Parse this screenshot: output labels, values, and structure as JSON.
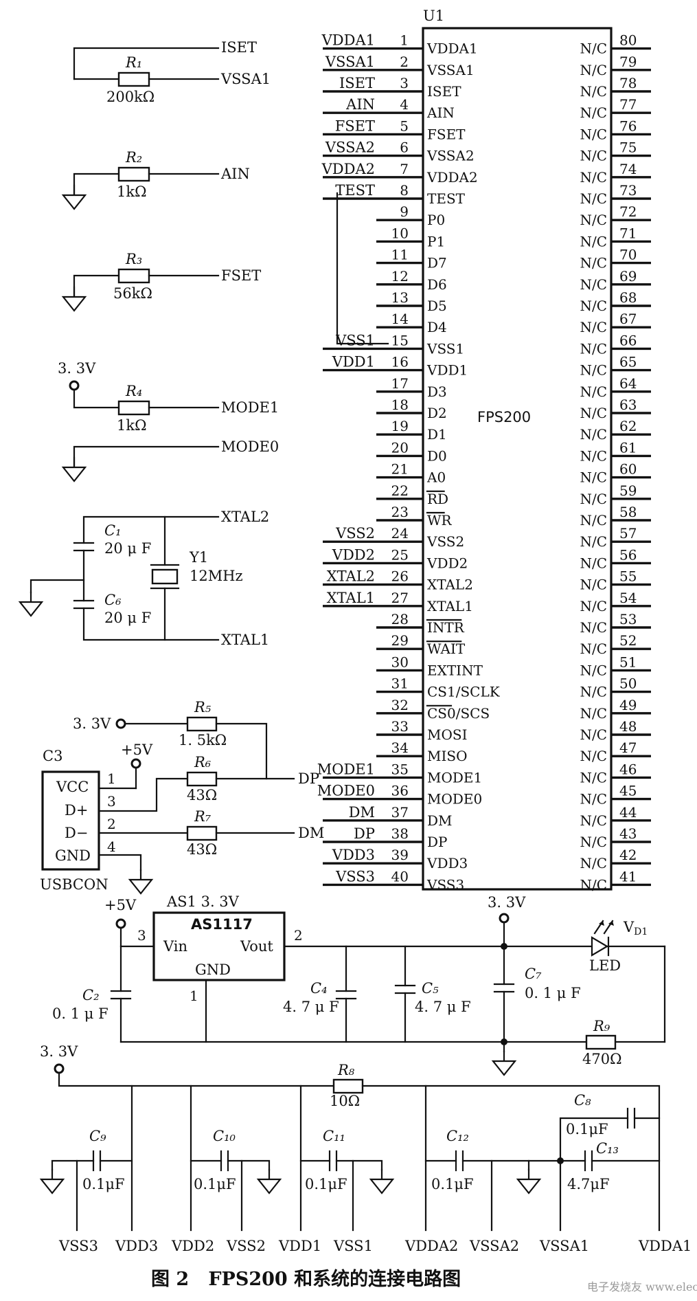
{
  "caption": "图 2   FPS200 和系统的连接电路图",
  "watermark": "电子发烧友 www.elecfans.com",
  "ic": {
    "ref": "U1",
    "name": "FPS200",
    "nc_label": "N/C",
    "left_pins": [
      {
        "num": "1",
        "name": "VDDA1",
        "net": "VDDA1"
      },
      {
        "num": "2",
        "name": "VSSA1",
        "net": "VSSA1"
      },
      {
        "num": "3",
        "name": "ISET",
        "net": "ISET"
      },
      {
        "num": "4",
        "name": "AIN",
        "net": "AIN"
      },
      {
        "num": "5",
        "name": "FSET",
        "net": "FSET"
      },
      {
        "num": "6",
        "name": "VSSA2",
        "net": "VSSA2"
      },
      {
        "num": "7",
        "name": "VDDA2",
        "net": "VDDA2"
      },
      {
        "num": "8",
        "name": "TEST",
        "net": "TEST"
      },
      {
        "num": "9",
        "name": "P0",
        "net": ""
      },
      {
        "num": "10",
        "name": "P1",
        "net": ""
      },
      {
        "num": "11",
        "name": "D7",
        "net": ""
      },
      {
        "num": "12",
        "name": "D6",
        "net": ""
      },
      {
        "num": "13",
        "name": "D5",
        "net": ""
      },
      {
        "num": "14",
        "name": "D4",
        "net": ""
      },
      {
        "num": "15",
        "name": "VSS1",
        "net": "VSS1"
      },
      {
        "num": "16",
        "name": "VDD1",
        "net": "VDD1"
      },
      {
        "num": "17",
        "name": "D3",
        "net": ""
      },
      {
        "num": "18",
        "name": "D2",
        "net": ""
      },
      {
        "num": "19",
        "name": "D1",
        "net": ""
      },
      {
        "num": "20",
        "name": "D0",
        "net": ""
      },
      {
        "num": "21",
        "name": "A0",
        "net": ""
      },
      {
        "num": "22",
        "name": "RD",
        "net": ""
      },
      {
        "num": "23",
        "name": "WR",
        "net": ""
      },
      {
        "num": "24",
        "name": "VSS2",
        "net": "VSS2"
      },
      {
        "num": "25",
        "name": "VDD2",
        "net": "VDD2"
      },
      {
        "num": "26",
        "name": "XTAL2",
        "net": "XTAL2"
      },
      {
        "num": "27",
        "name": "XTAL1",
        "net": "XTAL1"
      },
      {
        "num": "28",
        "name": "INTR",
        "net": ""
      },
      {
        "num": "29",
        "name": "WAIT",
        "net": ""
      },
      {
        "num": "30",
        "name": "EXTINT",
        "net": ""
      },
      {
        "num": "31",
        "name": "CS1/SCLK",
        "net": ""
      },
      {
        "num": "32",
        "name": "CS0/SCS",
        "net": ""
      },
      {
        "num": "33",
        "name": "MOSI",
        "net": ""
      },
      {
        "num": "34",
        "name": "MISO",
        "net": ""
      },
      {
        "num": "35",
        "name": "MODE1",
        "net": "MODE1"
      },
      {
        "num": "36",
        "name": "MODE0",
        "net": "MODE0"
      },
      {
        "num": "37",
        "name": "DM",
        "net": "DM"
      },
      {
        "num": "38",
        "name": "DP",
        "net": "DP"
      },
      {
        "num": "39",
        "name": "VDD3",
        "net": "VDD3"
      },
      {
        "num": "40",
        "name": "VSS3",
        "net": "VSS3"
      }
    ],
    "right_pins": [
      "80",
      "79",
      "78",
      "77",
      "76",
      "75",
      "74",
      "73",
      "72",
      "71",
      "70",
      "69",
      "68",
      "67",
      "66",
      "65",
      "64",
      "63",
      "62",
      "61",
      "60",
      "59",
      "58",
      "57",
      "56",
      "55",
      "54",
      "53",
      "52",
      "51",
      "50",
      "49",
      "48",
      "47",
      "46",
      "45",
      "44",
      "43",
      "42",
      "41"
    ]
  },
  "left_circuits": {
    "iset": {
      "ref": "R₁",
      "value": "200kΩ",
      "net_top": "ISET",
      "net_bottom": "VSSA1"
    },
    "ain": {
      "ref": "R₂",
      "value": "1kΩ",
      "net": "AIN"
    },
    "fset": {
      "ref": "R₃",
      "value": "56kΩ",
      "net": "FSET"
    },
    "mode": {
      "supply": "3. 3V",
      "ref": "R₄",
      "value": "1kΩ",
      "net1": "MODE1",
      "net0": "MODE0"
    },
    "crystal": {
      "c1_ref": "C₁",
      "c1_value": "20 μ F",
      "c6_ref": "C₆",
      "c6_value": "20 μ F",
      "y_ref": "Y1",
      "y_value": "12MHz",
      "net2": "XTAL2",
      "net1": "XTAL1"
    }
  },
  "usb": {
    "ref": "C3",
    "name": "USBCON",
    "pins": [
      {
        "num": "1",
        "name": "VCC"
      },
      {
        "num": "3",
        "name": "D+"
      },
      {
        "num": "2",
        "name": "D−"
      },
      {
        "num": "4",
        "name": "GND"
      }
    ],
    "supply_33": "3. 3V",
    "supply_5": "+5V",
    "r5_ref": "R₅",
    "r5_value": "1. 5kΩ",
    "r6_ref": "R₆",
    "r6_value": "43Ω",
    "r7_ref": "R₇",
    "r7_value": "43Ω",
    "net_dp": "DP",
    "net_dm": "DM"
  },
  "regulator": {
    "ref": "AS1  3. 3V",
    "name": "AS1117",
    "pin_vin": "Vin",
    "pin_vout": "Vout",
    "pin_gnd": "GND",
    "pin3": "3",
    "pin2": "2",
    "pin1": "1",
    "supply_in": "+5V",
    "supply_out": "3. 3V",
    "c2_ref": "C₂",
    "c2_value": "0. 1 μ F",
    "c4_ref": "C₄",
    "c4_value": "4. 7 μ F",
    "c5_ref": "C₅",
    "c5_value": "4. 7 μ F",
    "c7_ref": "C₇",
    "c7_value": "0. 1 μ F",
    "led_ref": "V",
    "led_sub": "D1",
    "led_name": "LED",
    "r9_ref": "R₉",
    "r9_value": "470Ω"
  },
  "decoupling": {
    "supply": "3. 3V",
    "r8_ref": "R₈",
    "r8_value": "10Ω",
    "c9_ref": "C₉",
    "c9_value": "0.1μF",
    "c10_ref": "C₁₀",
    "c10_value": "0.1μF",
    "c11_ref": "C₁₁",
    "c11_value": "0.1μF",
    "c12_ref": "C₁₂",
    "c12_value": "0.1μF",
    "c8_ref": "C₈",
    "c8_value": "0.1μF",
    "c13_ref": "C₁₃",
    "c13_value": "4.7μF",
    "nets": [
      "VSS3",
      "VDD3",
      "VDD2",
      "VSS2",
      "VDD1",
      "VSS1",
      "VDDA2",
      "VSSA2",
      "VSSA1",
      "VDDA1"
    ]
  }
}
